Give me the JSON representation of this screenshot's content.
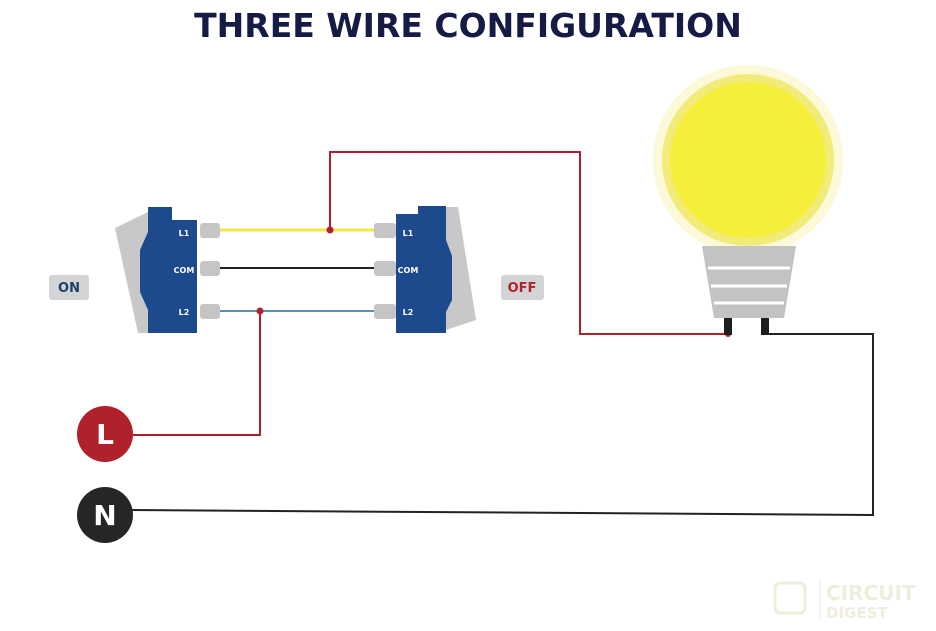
{
  "title": "THREE WIRE CONFIGURATION",
  "left_switch": {
    "state": "ON",
    "terminals": [
      "L1",
      "COM",
      "L2"
    ]
  },
  "right_switch": {
    "state": "OFF",
    "terminals": [
      "L1",
      "COM",
      "L2"
    ]
  },
  "nodes": {
    "live": "L",
    "neutral": "N"
  },
  "watermark": {
    "line1": "CIRCUIT",
    "line2": "DIGEST"
  },
  "colors": {
    "title": "#151b45",
    "switch": "#1d4a8c",
    "live": "#b0212c",
    "traveler1": "#f2e84a",
    "common": "#222222",
    "traveler2": "#5b8fb0",
    "bulb": "#f5ee3a"
  }
}
